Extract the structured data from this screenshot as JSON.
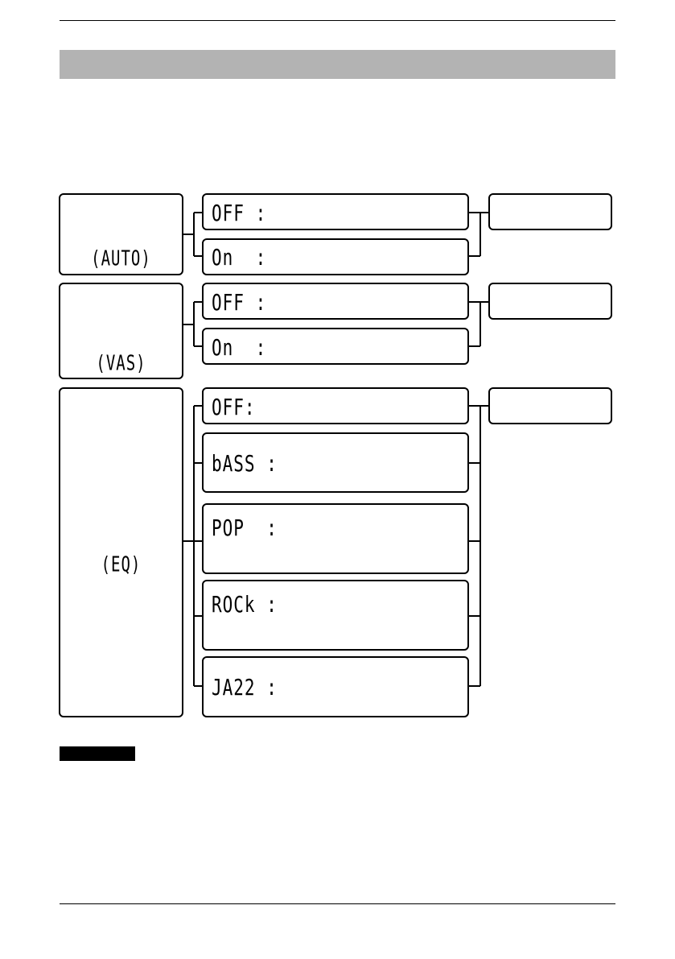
{
  "functions": [
    {
      "label": "(AUTO)",
      "options": [
        "OFF :",
        "On  :"
      ]
    },
    {
      "label": "(VAS)",
      "options": [
        "OFF :",
        "On  :"
      ]
    },
    {
      "label": "(EQ)",
      "options": [
        "OFF:",
        "bASS :",
        "POP  :",
        "ROCk :",
        "JA22 :"
      ]
    }
  ],
  "colors": {
    "header_bar": "#b3b3b3",
    "note_tag": "#000000",
    "lines": "#000000"
  }
}
